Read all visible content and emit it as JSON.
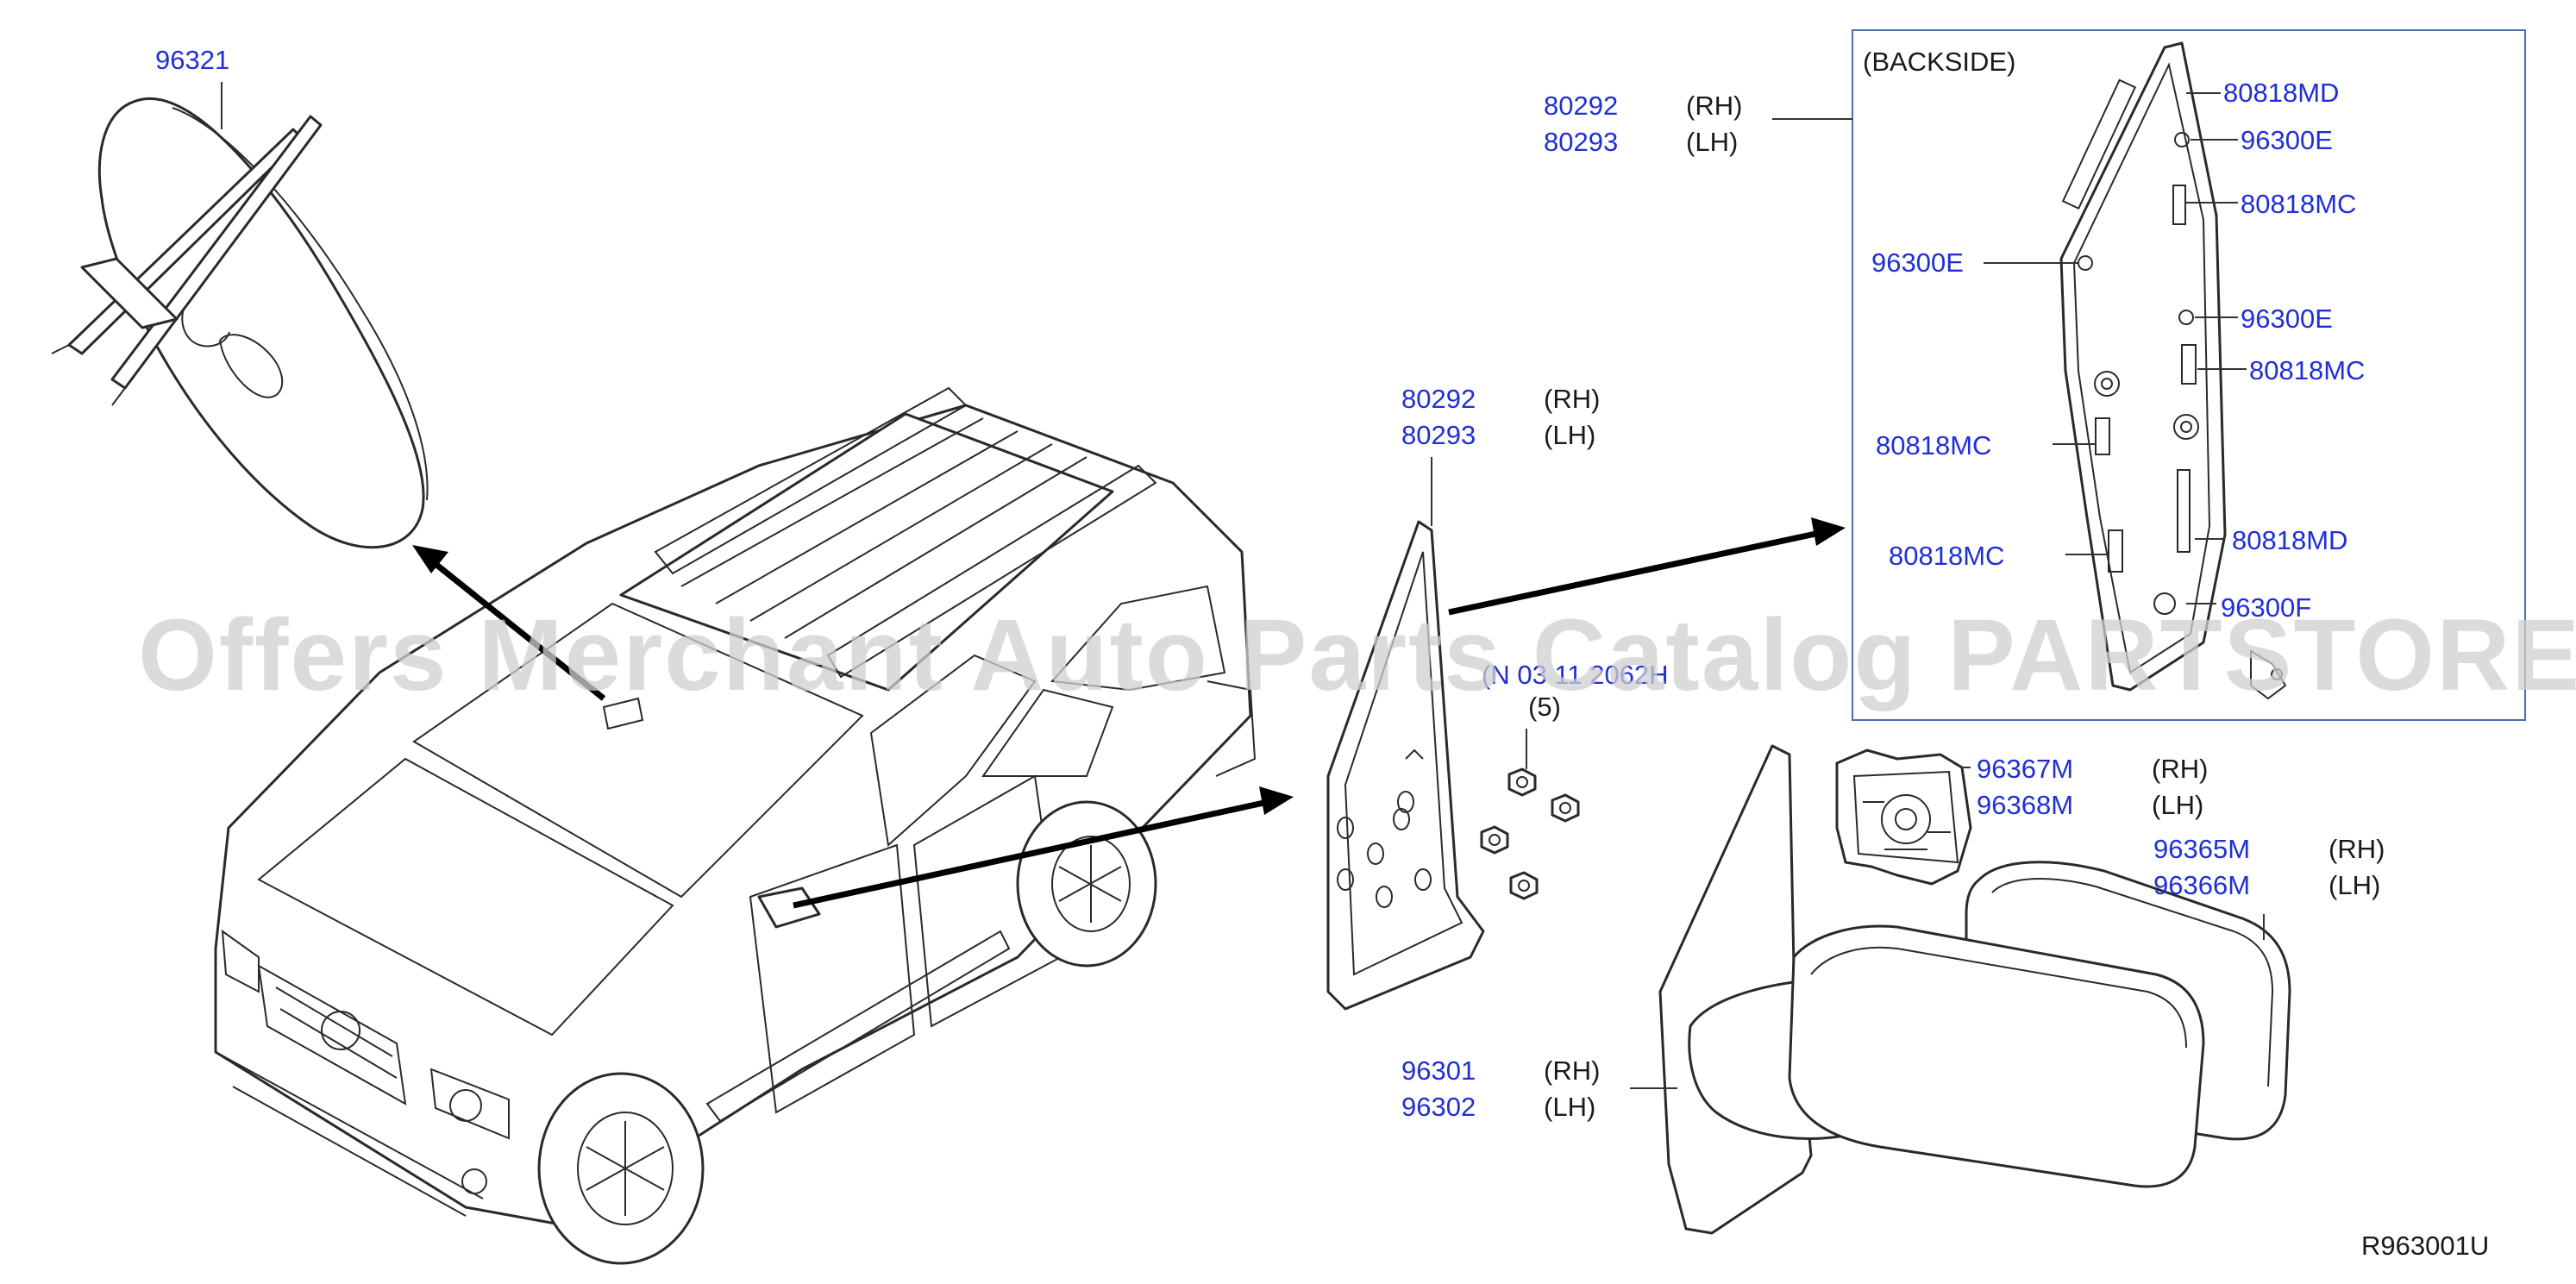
{
  "watermark": "Offers Merchant Auto Parts Catalog PARTSTORE.SA",
  "drawing_id": "R963001U",
  "backside_label": "(BACKSIDE)",
  "qty_label": "(5)",
  "partial_code": "(N 03 11 2062H",
  "labels": {
    "p96321": "96321",
    "p80292_top": "80292",
    "p80293_top": "80293",
    "rh_top": "(RH)",
    "lh_top": "(LH)",
    "p80292_mid": "80292",
    "p80293_mid": "80293",
    "rh_mid": "(RH)",
    "lh_mid": "(LH)",
    "p80818md_1": "80818MD",
    "p96300e_1": "96300E",
    "p80818mc_1": "80818MC",
    "p96300e_2": "96300E",
    "p96300e_3": "96300E",
    "p80818mc_2": "80818MC",
    "p80818mc_3": "80818MC",
    "p80818mc_4": "80818MC",
    "p80818md_2": "80818MD",
    "p96300f": "96300F",
    "p96367m": "96367M",
    "p96368m": "96368M",
    "rh_glass": "(RH)",
    "lh_glass": "(LH)",
    "p96365m": "96365M",
    "p96366m": "96366M",
    "rh_cover": "(RH)",
    "lh_cover": "(LH)",
    "p96301": "96301",
    "p96302": "96302",
    "rh_mirror": "(RH)",
    "lh_mirror": "(LH)"
  },
  "colors": {
    "part_number": "#1f2fd6",
    "text": "#1a1a1a",
    "backside_border": "#4a6fb0",
    "watermark": "#cfcfcf"
  }
}
